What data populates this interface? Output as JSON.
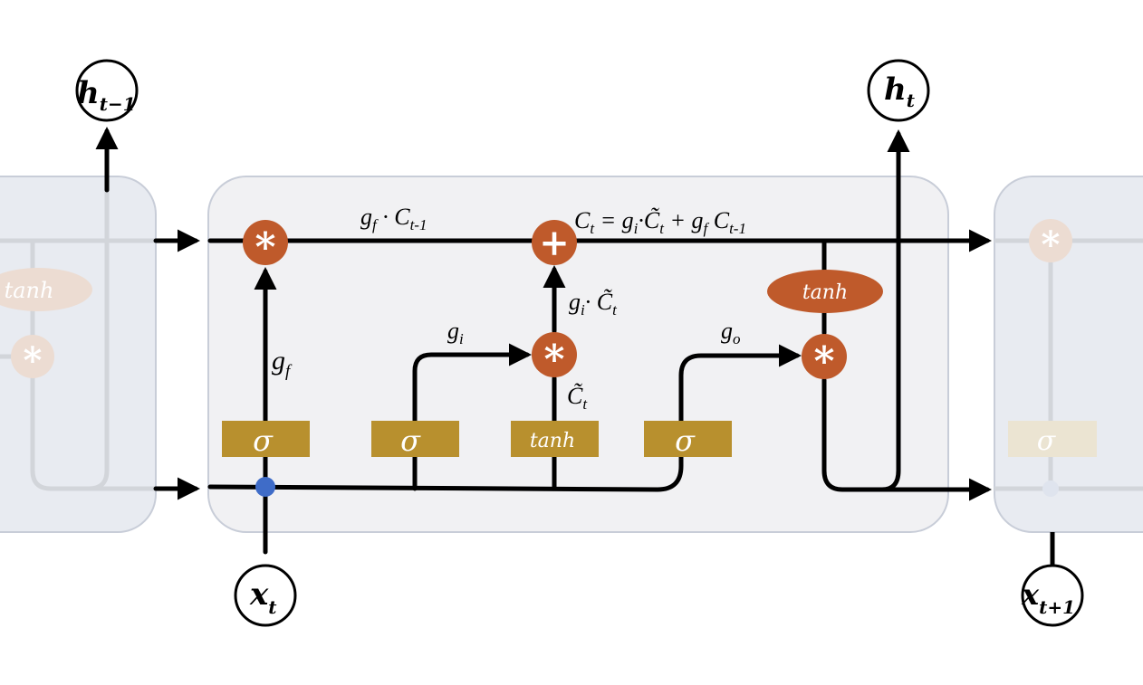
{
  "cell": {
    "gate_sigma": "σ",
    "tanh_label": "tanh",
    "multiply_symbol": "*",
    "add_symbol": "+"
  },
  "nodes": {
    "h_prev": {
      "base": "h",
      "sub": "t−1"
    },
    "h_t": {
      "base": "h",
      "sub": "t"
    },
    "x_t": {
      "base": "x",
      "sub": "t"
    },
    "x_next": {
      "base": "x",
      "sub": "t+1"
    }
  },
  "annotations": {
    "forget_product": "g",
    "forget_product_sub": "f",
    "forget_product_rest": " · C",
    "forget_product_rest_sub": "t-1",
    "cell_update_lhs": "C",
    "cell_update_lhs_sub": "t",
    "cell_update_eq": " = g",
    "cell_update_gi_sub": "i",
    "cell_update_mid": "·C̃",
    "cell_update_mid_sub": "t",
    "cell_update_plus": " + g",
    "cell_update_gf_sub": "f",
    "cell_update_c": " C",
    "cell_update_c_sub": "t-1",
    "input_product": "g",
    "input_product_sub": "i",
    "input_product_rest": "· C̃",
    "input_product_rest_sub": "t",
    "g_f": "g",
    "g_f_sub": "f",
    "g_i": "g",
    "g_i_sub": "i",
    "g_o": "g",
    "g_o_sub": "o",
    "c_tilde": "C̃",
    "c_tilde_sub": "t"
  },
  "colors": {
    "gate_fill": "#b8902e",
    "op_fill": "#bf5a2b",
    "cell_fill": "#f1f1f3",
    "cell_border": "#c8cdd8",
    "line": "#000000",
    "junction": "#3f6cc8"
  }
}
